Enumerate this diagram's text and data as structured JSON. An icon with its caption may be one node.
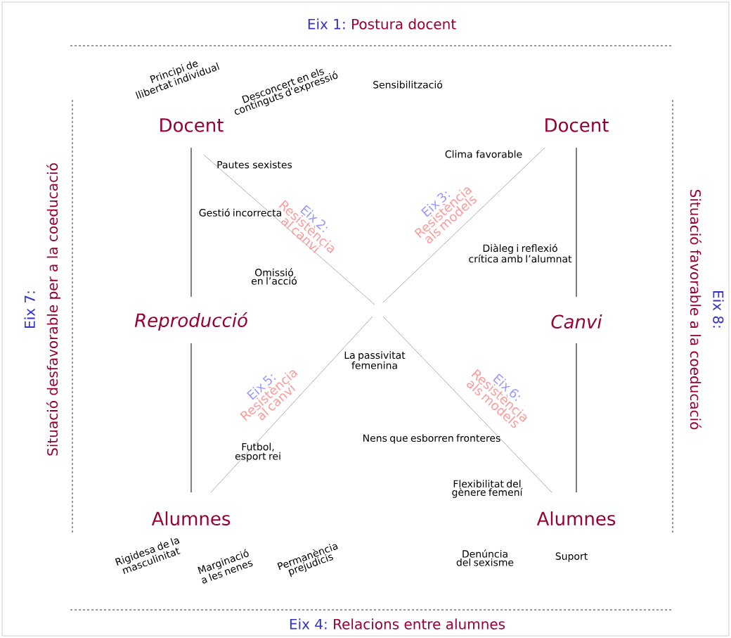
{
  "diagram": {
    "labels": [
      "Eix 1:",
      "Postura docent",
      "Principi de llibertat individual",
      "Desconcert en els continguts d'expressió",
      "Sensibilització",
      "Docent",
      "Docent",
      "Eix 7:",
      "Situació desfavorable per a la coeducació",
      "Pautes sexistes",
      "Clima favorable",
      "Eix 2:",
      "Resistència al canvi",
      "Eix 3:",
      "Resistència als models",
      "Gestió incorrecta",
      "Diàleg i reflexió crítica amb l’alumnat",
      "Omissió en l’acció",
      "Eix 8:",
      "Situació favorable a la coeducació",
      "Reproducció",
      "Canvi",
      "La passivitat femenina",
      "Eix 5:",
      "Resistència al canvi",
      "Eix 6:",
      "Resistència als models",
      "Nens que esborren fronteres",
      "Futbol, esport rei",
      "Flexibilitat del gènere femení",
      "Alumnes",
      "Alumnes",
      "Rigidesa de la masculinitat",
      "Marginació a les nenes",
      "Permanència prejudicis",
      "Denúncia del sexisme",
      "Suport",
      "Eix 4:",
      "Relacions entre alumnes"
    ]
  }
}
